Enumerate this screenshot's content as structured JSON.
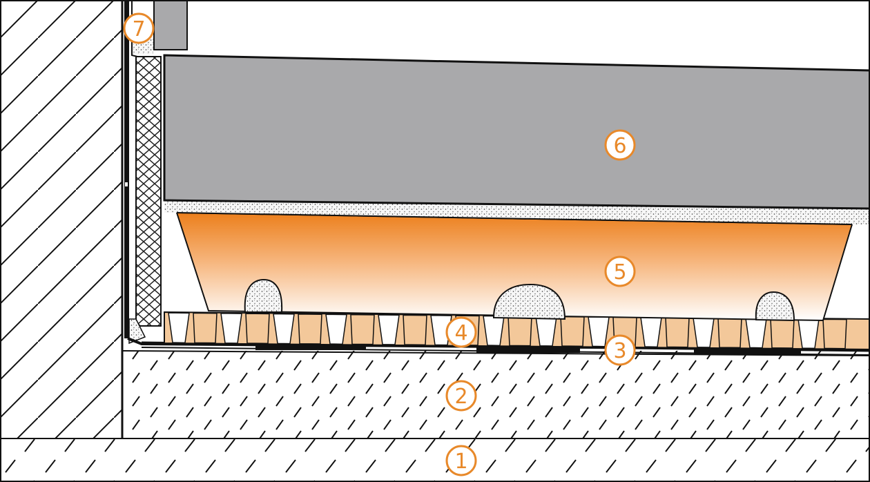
{
  "colors": {
    "accent": "#e8892a",
    "stroke": "#111111",
    "tile_gray": "#a9a9ab",
    "matting_fill": "#f3c89a",
    "bedding_orange": "#ee8a2e",
    "background": "#ffffff"
  },
  "callouts": [
    {
      "id": "1",
      "label": "1"
    },
    {
      "id": "2",
      "label": "2"
    },
    {
      "id": "3",
      "label": "3"
    },
    {
      "id": "4",
      "label": "4"
    },
    {
      "id": "5",
      "label": "5"
    },
    {
      "id": "6",
      "label": "6"
    },
    {
      "id": "7",
      "label": "7"
    }
  ]
}
